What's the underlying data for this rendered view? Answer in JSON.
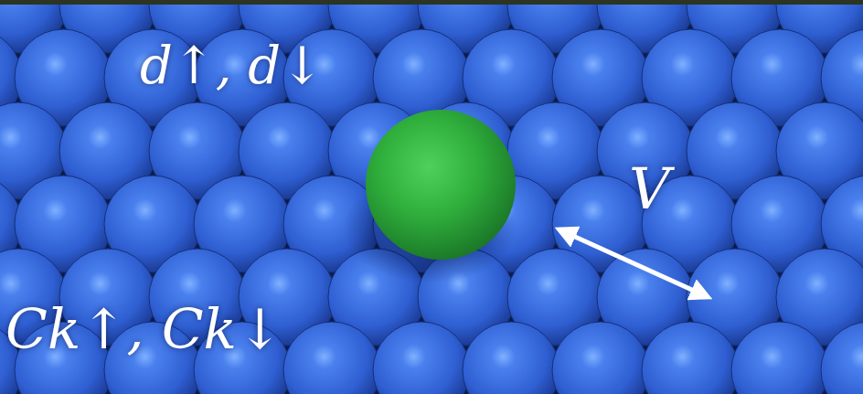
{
  "diagram": {
    "labels": [
      "d↑, d↓",
      "V",
      "Ck↑, Ck↓"
    ]
  }
}
